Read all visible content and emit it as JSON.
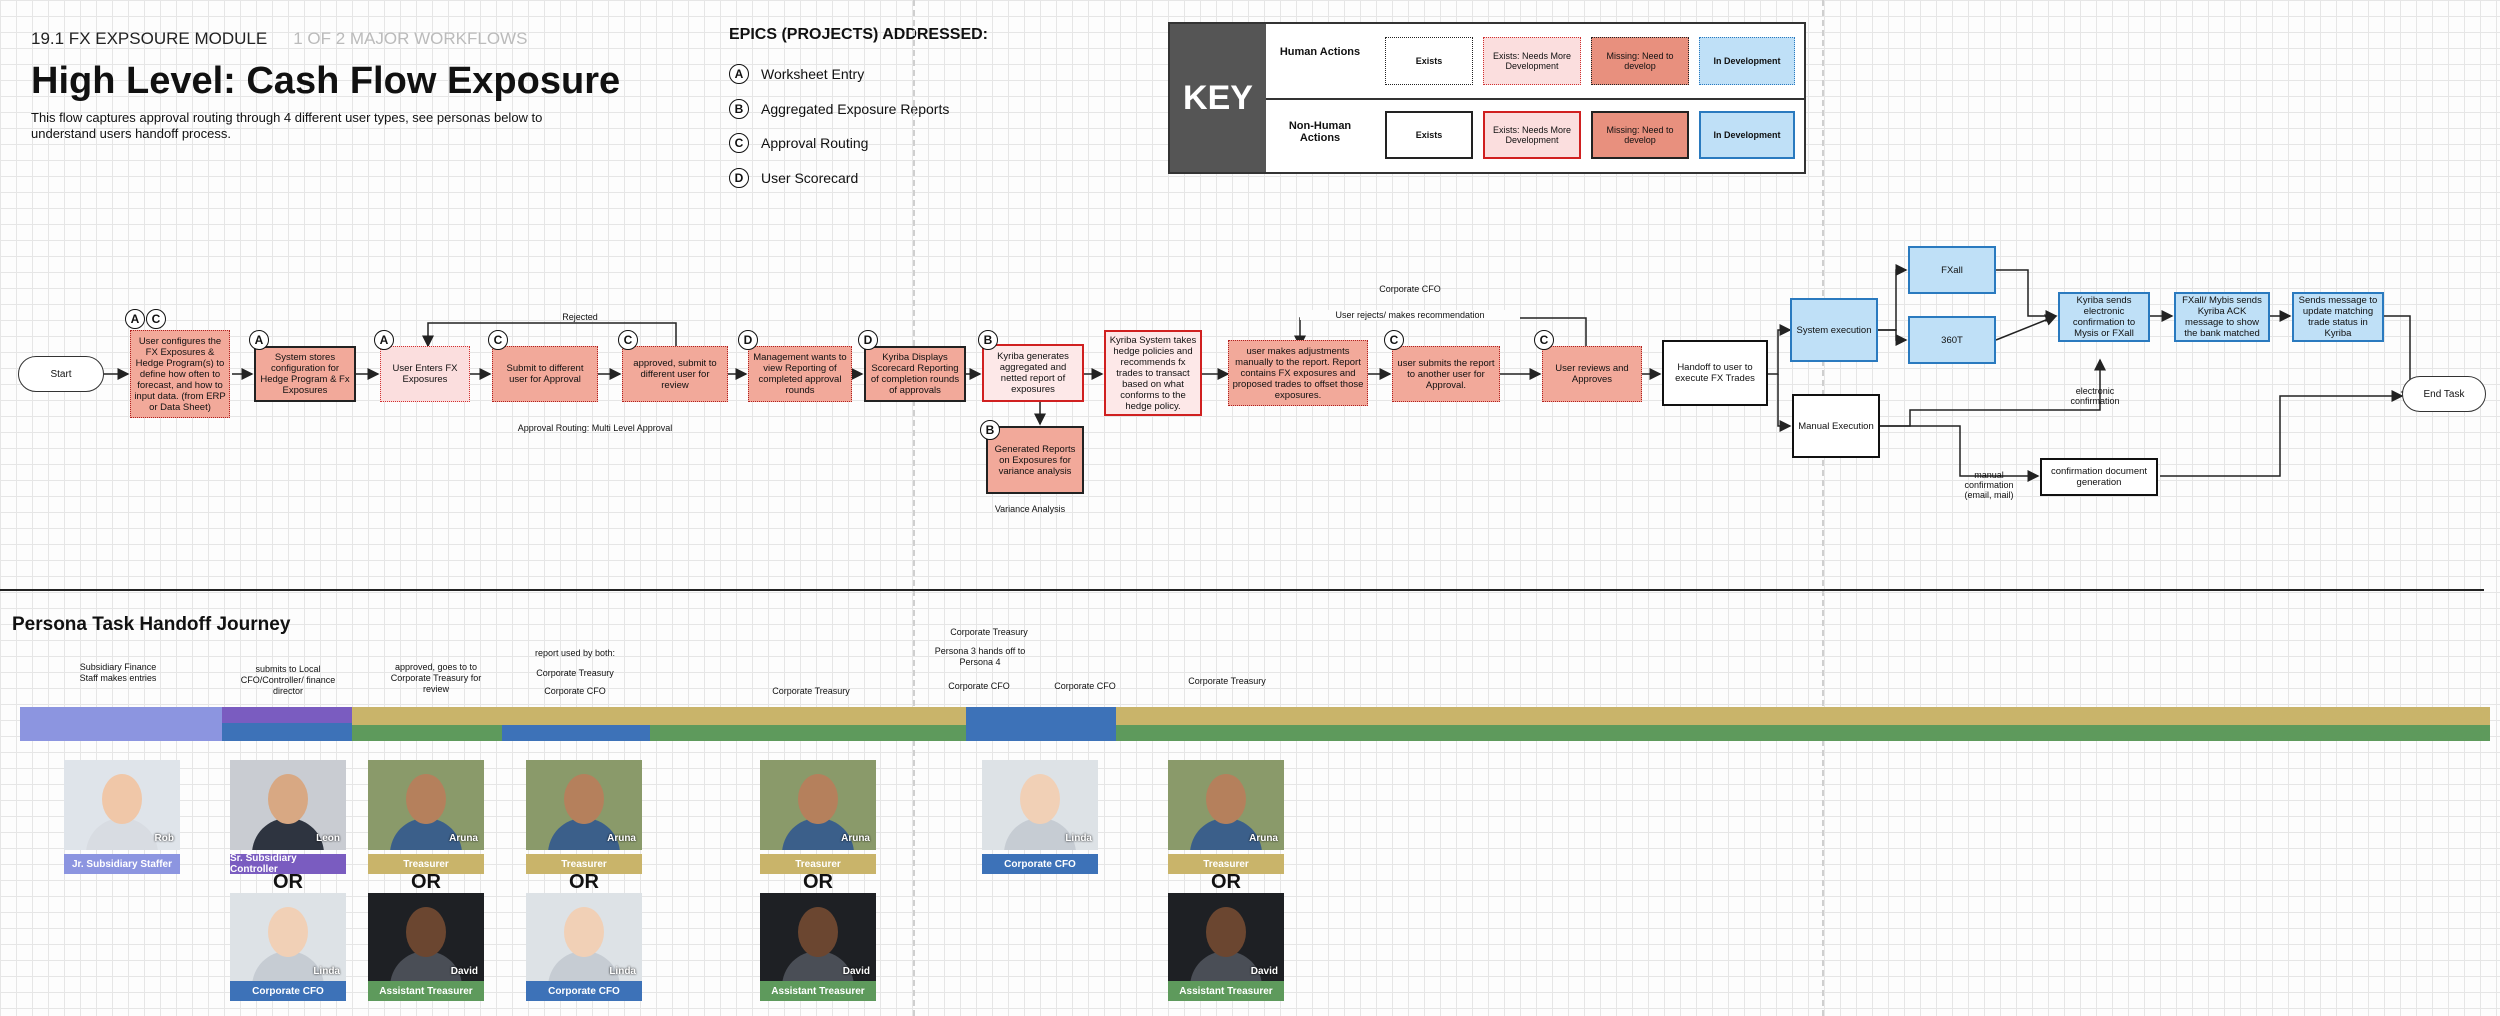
{
  "header": {
    "module": "19.1  FX EXPSOURE MODULE",
    "workflow_count": "1 OF 2 MAJOR WORKFLOWS",
    "title": "High Level: Cash Flow Exposure",
    "description": "This flow captures approval routing through 4 different user types, see personas below to understand users handoff process."
  },
  "epics": {
    "title": "EPICS (PROJECTS) ADDRESSED:",
    "items": [
      {
        "letter": "A",
        "label": "Worksheet Entry"
      },
      {
        "letter": "B",
        "label": "Aggregated Exposure Reports"
      },
      {
        "letter": "C",
        "label": "Approval Routing"
      },
      {
        "letter": "D",
        "label": "User Scorecard"
      }
    ]
  },
  "key": {
    "label": "KEY",
    "human_row": "Human Actions",
    "nonhuman_row": "Non-Human Actions",
    "exists": "Exists",
    "needs_more": "Exists: Needs More Development",
    "missing": "Missing: Need to develop",
    "in_dev": "In Development"
  },
  "flow": {
    "start": "Start",
    "end": "End Task",
    "n1": "User configures the FX Exposures & Hedge Program(s) to define how often to forecast, and how to input data. (from ERP or Data Sheet)",
    "n2": "System stores configuration for Hedge Program & Fx Exposures",
    "n3": "User Enters FX Exposures",
    "n4": "Submit to different user for Approval",
    "n5": "approved, submit to different user for review",
    "n6": "Management wants to view Reporting of completed approval rounds",
    "n7": "Kyriba Displays Scorecard Reporting of completion rounds of approvals",
    "n8": "Kyriba generates aggregated and netted report of exposures",
    "n9": "Generated Reports on Exposures for variance analysis",
    "n10": "Kyriba System takes hedge policies and recommends fx trades to transact based on what conforms to the hedge policy.",
    "n11": "user makes adjustments manually to the report. Report contains FX exposures and proposed trades to offset those exposures.",
    "n12": "user submits the report to another user for Approval.",
    "n13": "User reviews and Approves",
    "n14": "Handoff to user to execute FX Trades",
    "n15": "System execution",
    "n16": "FXall",
    "n17": "360T",
    "n18": "Kyriba sends electronic confirmation to Mysis or FXall",
    "n19": "FXall/ Mybis sends Kyriba ACK message to show the bank matched",
    "n20": "Sends message to update matching trade status in Kyriba",
    "n21": "Manual Execution",
    "n22": "confirmation document generation",
    "lbl_rejected": "Rejected",
    "lbl_approval": "Approval Routing: Multi Level Approval",
    "lbl_variance": "Variance Analysis",
    "lbl_cfo": "Corporate CFO",
    "lbl_user_rejects": "User rejects/ makes recommendation",
    "lbl_electronic": "electronic confirmation",
    "lbl_manual": "manual confirmation (email, mail)",
    "circle_A": "A",
    "circle_B": "B",
    "circle_C": "C",
    "circle_D": "D"
  },
  "journey": {
    "title": "Persona Task Handoff Journey",
    "notes": [
      "Subsidiary Finance Staff makes entries",
      "submits to Local CFO/Controller/ finance director",
      "approved, goes to to Corporate Treasury for review",
      "report used by both:",
      "Corporate Treasury",
      "Corporate CFO",
      "Corporate Treasury",
      "Corporate Treasury",
      "Persona 3 hands off to Persona 4",
      "Corporate CFO",
      "Corporate CFO",
      "Corporate Treasury"
    ],
    "or": "OR",
    "personas": {
      "rob": "Rob",
      "leon": "Leon",
      "aruna": "Aruna",
      "linda": "Linda",
      "david": "David"
    },
    "roles": {
      "staffer": "Jr. Subsidiary Staffer",
      "controller": "Sr. Subsidiary Controller",
      "treasurer": "Treasurer",
      "cfo": "Corporate CFO",
      "asst": "Assistant Treasurer"
    }
  },
  "colors": {
    "staffer": "#8c95e0",
    "controller": "#7a5cc0",
    "treasurer": "#c9b46a",
    "cfo": "#3d72b8",
    "asst": "#5e9a5c"
  }
}
